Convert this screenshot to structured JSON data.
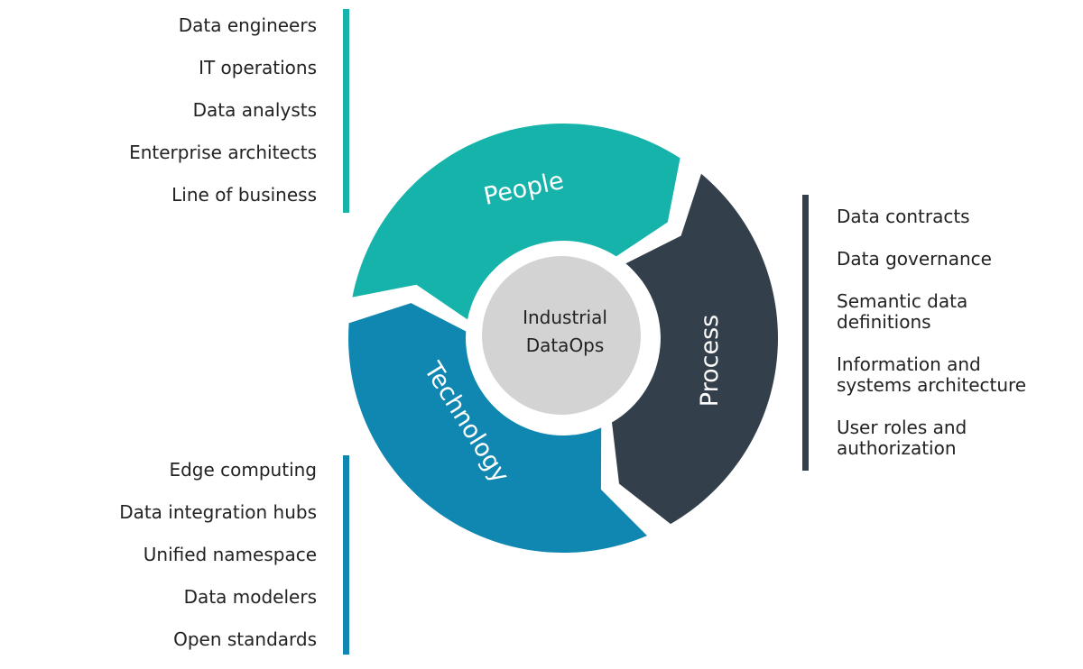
{
  "colors": {
    "people": "#16b3aa",
    "process": "#333f4a",
    "technology": "#0f87b1",
    "center": "#d3d3d3"
  },
  "center": {
    "line1": "Industrial",
    "line2": "DataOps"
  },
  "segments": {
    "people": "People",
    "process": "Process",
    "technology": "Technology"
  },
  "people_list": [
    "Data engineers",
    "IT operations",
    "Data analysts",
    "Enterprise architects",
    "Line of business"
  ],
  "process_list": [
    [
      "Data contracts"
    ],
    [
      "Data governance"
    ],
    [
      "Semantic data",
      "definitions"
    ],
    [
      "Information and",
      "systems architecture"
    ],
    [
      "User roles and",
      "authorization"
    ]
  ],
  "technology_list": [
    "Edge computing",
    "Data integration hubs",
    "Unified namespace",
    "Data modelers",
    "Open standards"
  ]
}
